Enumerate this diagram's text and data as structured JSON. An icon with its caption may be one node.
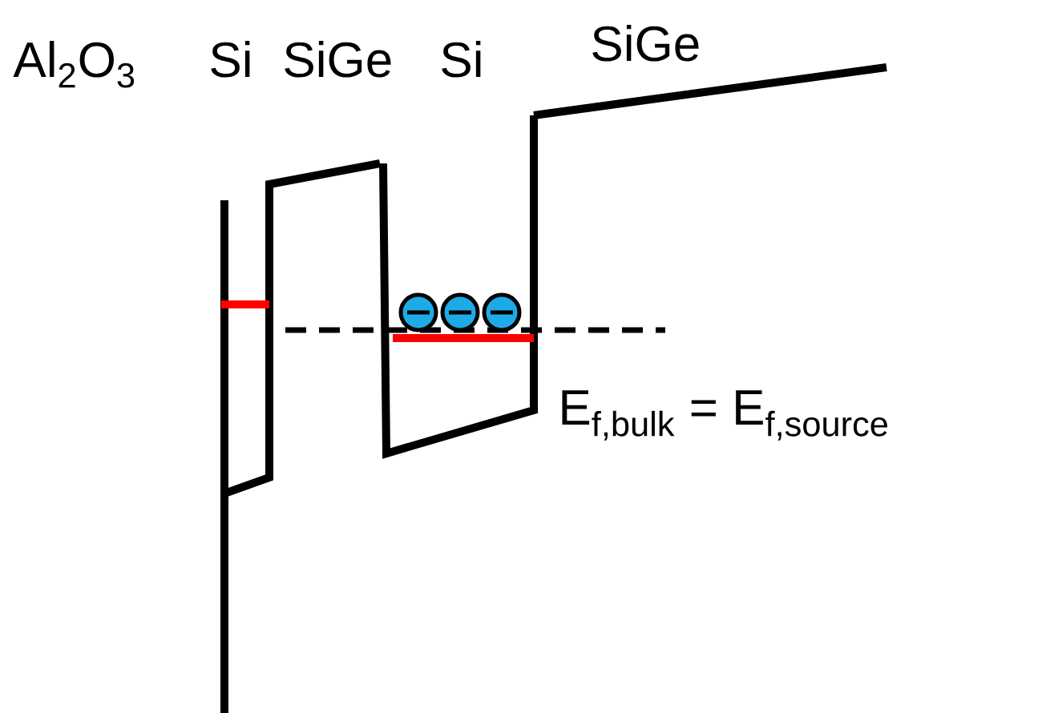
{
  "diagram": {
    "labels": [
      "Al$_{2}$O$_{3}$",
      "Si",
      "SiGe",
      "Si",
      "SiGe",
      "E$_{f,bulk}$ = E$_{f,source}$"
    ]
  }
}
